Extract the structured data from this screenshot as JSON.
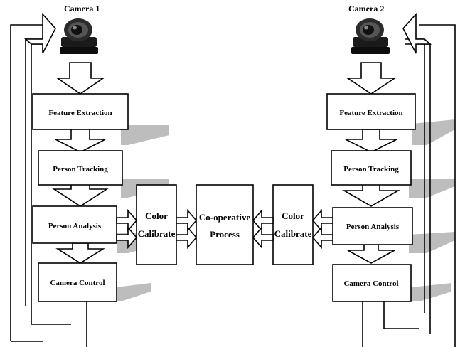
{
  "colors": {
    "stroke": "#000000",
    "box_fill": "#ffffff",
    "shadow": "#bdbdbd",
    "camera_body": "#1a1a1a"
  },
  "left": {
    "camera_label": "Camera 1",
    "feature_extraction": "Feature Extraction",
    "person_tracking": "Person Tracking",
    "person_analysis": "Person Analysis",
    "camera_control": "Camera Control"
  },
  "right": {
    "camera_label": "Camera 2",
    "feature_extraction": "Feature Extraction",
    "person_tracking": "Person Tracking",
    "person_analysis": "Person Analysis",
    "camera_control": "Camera Control"
  },
  "center": {
    "color_calibrate_left_line1": "Color",
    "color_calibrate_left_line2": "Calibrate",
    "cooperative_line1": "Co-operative",
    "cooperative_line2": "Process",
    "color_calibrate_right_line1": "Color",
    "color_calibrate_right_line2": "Calibrate"
  },
  "icons": {
    "camera_1": "ptz-camera-icon",
    "camera_2": "ptz-camera-icon"
  }
}
